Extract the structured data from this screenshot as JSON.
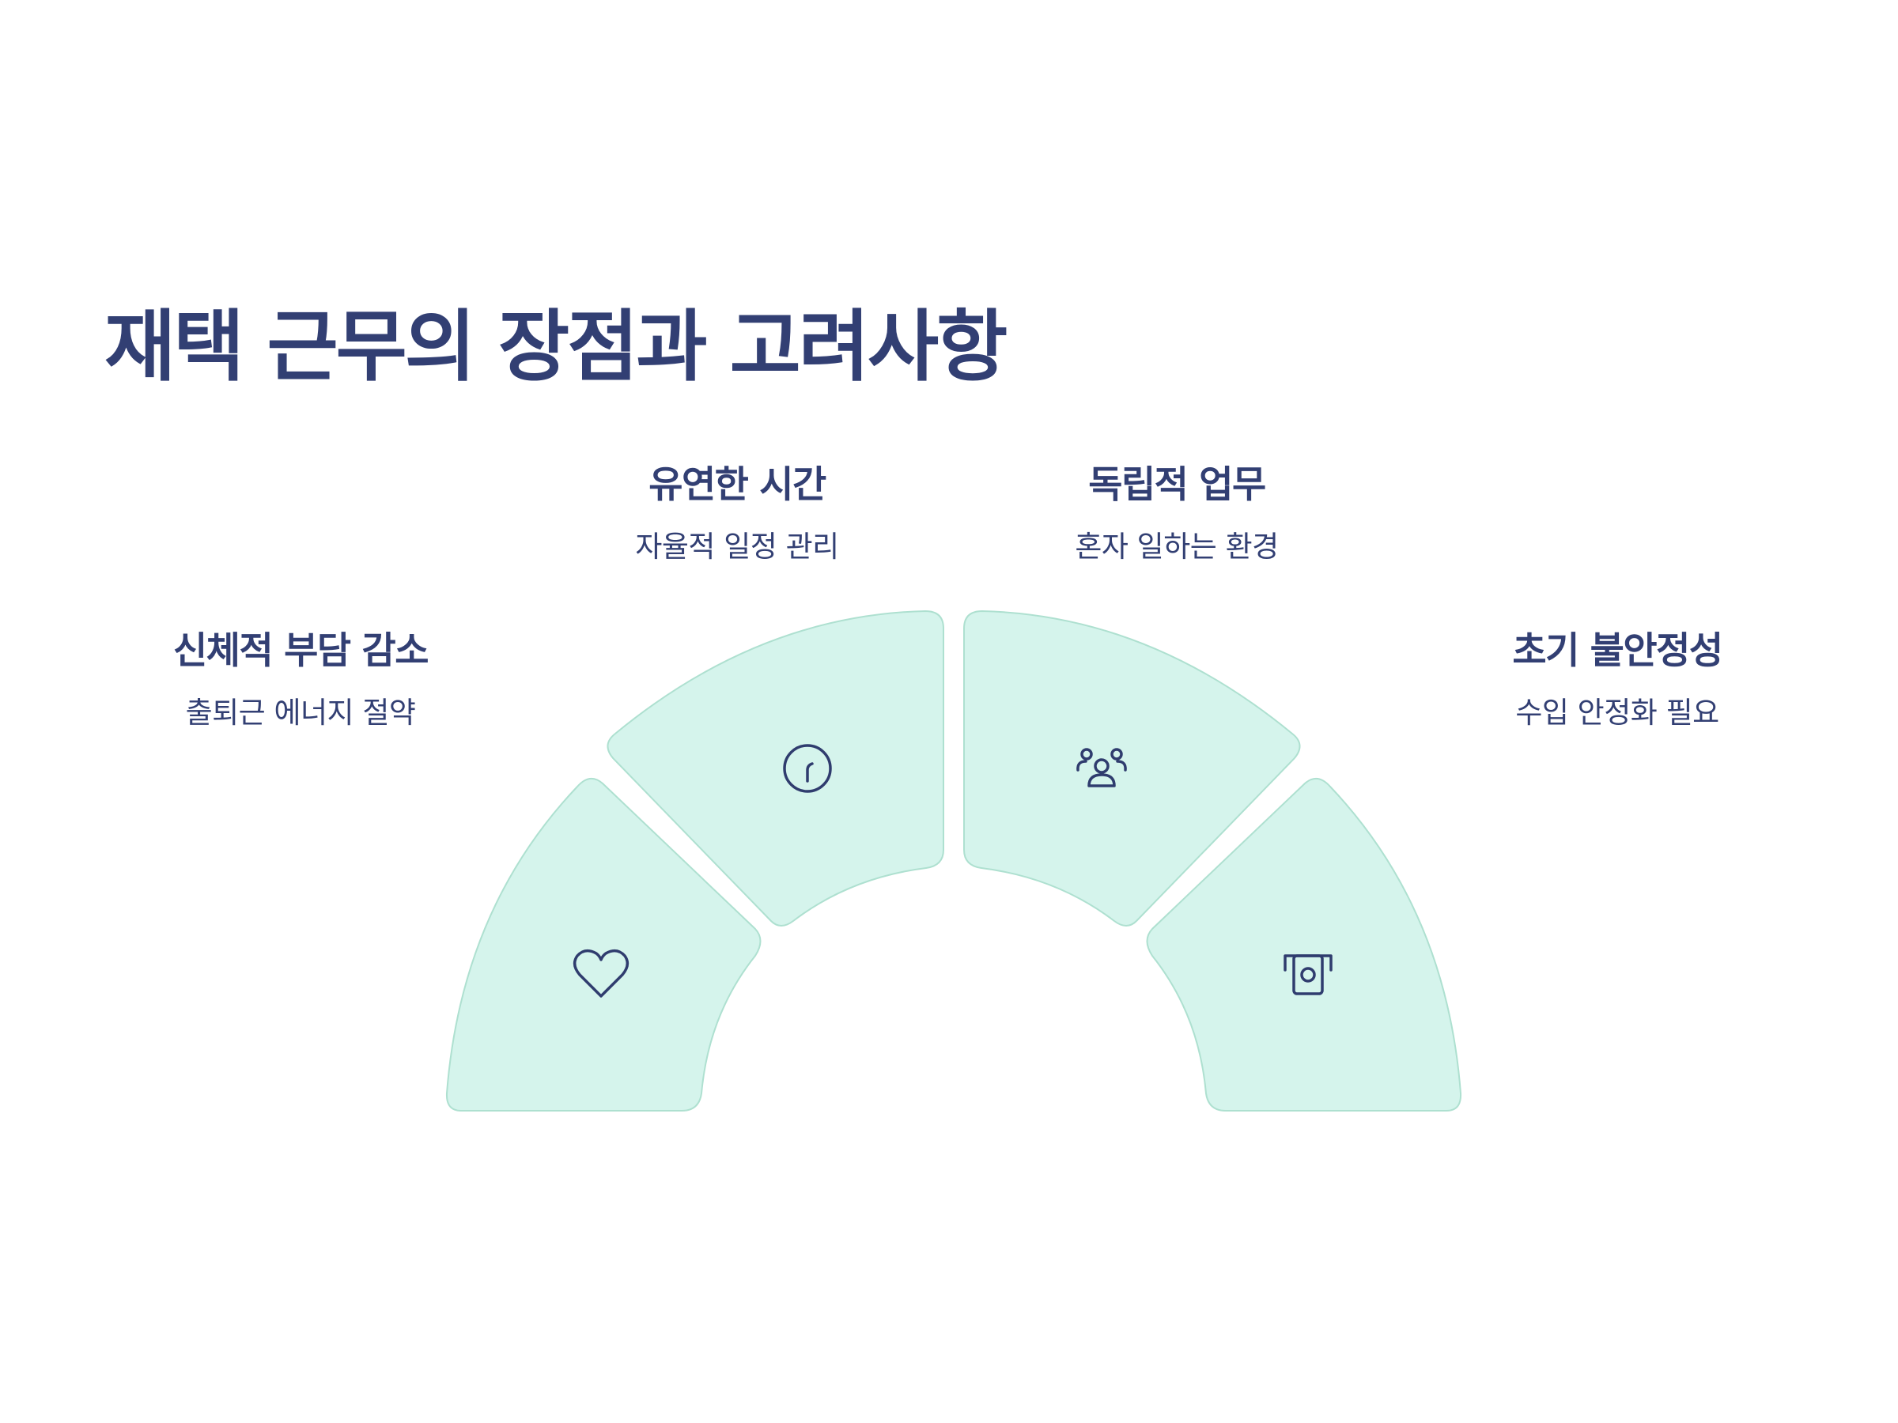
{
  "title": "재택 근무의 장점과 고려사항",
  "colors": {
    "segment_fill": "#d5f4ec",
    "segment_stroke": "#aee0d0",
    "text": "#323f73",
    "icon": "#2f3c6e"
  },
  "items": [
    {
      "title": "신체적 부담 감소",
      "description": "출퇴근 에너지 절약",
      "icon": "heart-icon"
    },
    {
      "title": "유연한 시간",
      "description": "자율적 일정 관리",
      "icon": "clock-icon"
    },
    {
      "title": "독립적 업무",
      "description": "혼자 일하는 환경",
      "icon": "people-icon"
    },
    {
      "title": "초기 불안정성",
      "description": "수입 안정화 필요",
      "icon": "cash-withdraw-icon"
    }
  ]
}
